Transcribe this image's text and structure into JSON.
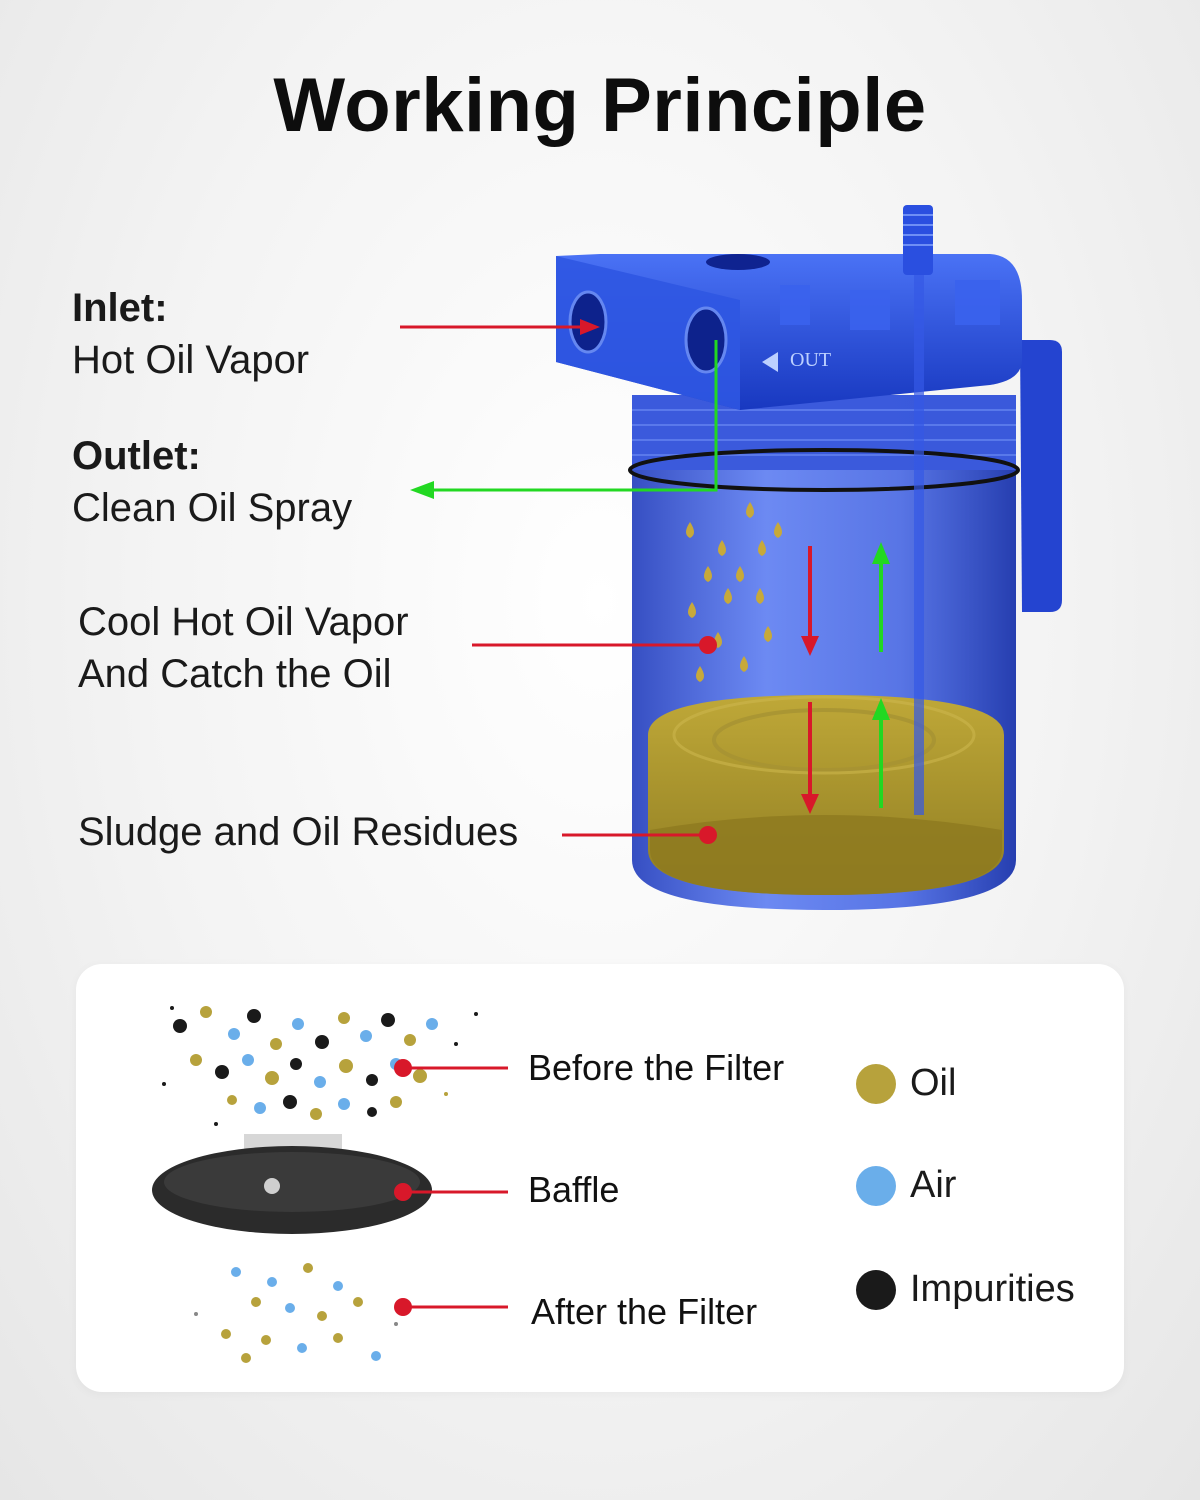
{
  "title": "Working Principle",
  "colors": {
    "accent_red": "#d8182a",
    "accent_green": "#22d822",
    "canister_blue": "#1f46d6",
    "oil": "#b7a23c",
    "air": "#6aaeea",
    "impurities": "#1a1a1a"
  },
  "labels": {
    "inlet": {
      "heading": "Inlet:",
      "text": "Hot Oil Vapor"
    },
    "outlet": {
      "heading": "Outlet:",
      "text": "Clean Oil Spray"
    },
    "cool": {
      "line1": "Cool Hot Oil Vapor",
      "line2": "And Catch the Oil"
    },
    "sludge": {
      "text": "Sludge and Oil Residues"
    },
    "out_marking": "OUT"
  },
  "filter": {
    "before": "Before the Filter",
    "baffle": "Baffle",
    "after": "After the Filter"
  },
  "legend": [
    {
      "label": "Oil",
      "color": "#b7a23c"
    },
    {
      "label": "Air",
      "color": "#6aaeea"
    },
    {
      "label": "Impurities",
      "color": "#1a1a1a"
    }
  ]
}
